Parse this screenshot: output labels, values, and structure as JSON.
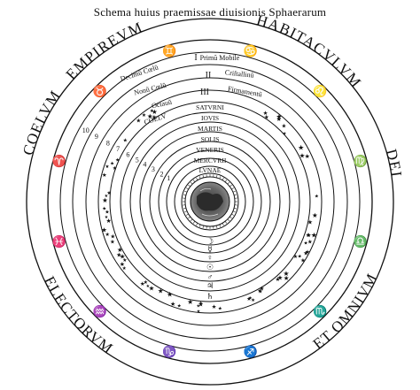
{
  "title": "Schema huius praemissae diuisionis Sphaerarum",
  "outer_words": [
    "EMPIREVM",
    "HABITACVLVM",
    "DEI",
    "ET OMNIVM",
    "ELECTORVM",
    "COELVM"
  ],
  "sphere_labels": [
    "Primũ Mobile",
    "Decimũ Cœlũ",
    "Criſtallinũ",
    "Nonũ Cœlũ",
    "Firmamentũ",
    "Octauũ",
    "COELV",
    "SATVRNI",
    "IOVIS",
    "MARTIS",
    "SOLIS",
    "VENERIS",
    "MERCVRII",
    "LVNAE"
  ],
  "roman_numerals": [
    "I",
    "II",
    "III"
  ],
  "ring_numbers": [
    "10",
    "9",
    "8",
    "7",
    "6",
    "5",
    "4",
    "3",
    "2",
    "1"
  ],
  "zodiac_signs": [
    "♋",
    "♌",
    "♍",
    "♎",
    "♏",
    "♐",
    "♑",
    "♒",
    "♓",
    "♈",
    "♉",
    "♊"
  ],
  "planet_symbols": [
    "♄",
    "♃",
    "♂",
    "☉",
    "♀",
    "☿",
    "☽"
  ],
  "colors": {
    "ink": "#111111",
    "paper": "#ffffff",
    "earth_fill": "#5a5a5a"
  }
}
